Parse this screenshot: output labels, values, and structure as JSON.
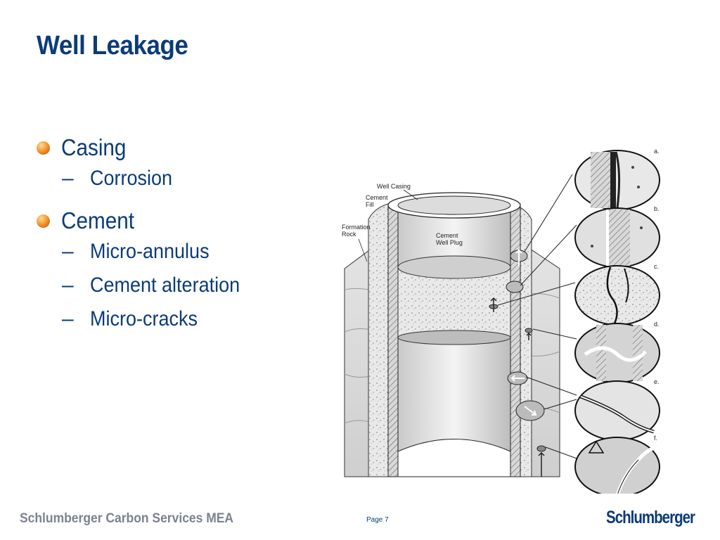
{
  "title": "Well Leakage",
  "bullets": [
    {
      "label": "Casing",
      "subs": [
        "Corrosion"
      ]
    },
    {
      "label": "Cement",
      "subs": [
        "Micro-annulus",
        "Cement alteration",
        "Micro-cracks"
      ]
    }
  ],
  "sub_marker": "–",
  "diagram": {
    "labels": {
      "well_casing": "Well Casing",
      "cement_fill_1": "Cement",
      "cement_fill_2": "Fill",
      "formation_rock_1": "Formation",
      "formation_rock_2": "Rock",
      "cement_plug_1": "Cement",
      "cement_plug_2": "Well Plug"
    },
    "insets": [
      "a.",
      "b.",
      "c.",
      "d.",
      "e.",
      "f."
    ]
  },
  "footer": {
    "company": "Schlumberger Carbon Services MEA",
    "page": "Page 7",
    "logo": "Schlumberger"
  },
  "colors": {
    "title": "#0b3c7a",
    "bullet": "#f7a23b",
    "footer": "#7a8392"
  }
}
